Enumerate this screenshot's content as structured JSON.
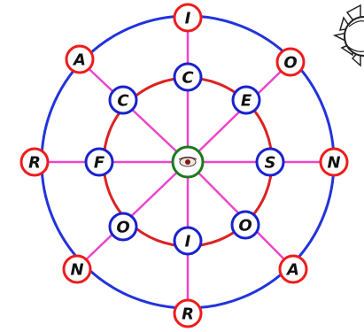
{
  "puzzle": {
    "outer_ring_letters": [
      "I",
      "O",
      "N",
      "A",
      "R",
      "N",
      "R",
      "A"
    ],
    "inner_ring_letters": [
      "C",
      "E",
      "S",
      "O",
      "I",
      "O",
      "F",
      "C"
    ],
    "center": {
      "icon": "eye-icon"
    },
    "hint_button": {
      "icon": "sun-icon"
    }
  },
  "colors": {
    "outer_circle": "#2233dd",
    "inner_circle": "#dd2222",
    "spokes": "#ee44cc",
    "outer_node_border": "#ee1c1c",
    "inner_node_border": "#1a22cc",
    "center_border": "#1a7a1a",
    "node_fill": "#ffffff"
  }
}
